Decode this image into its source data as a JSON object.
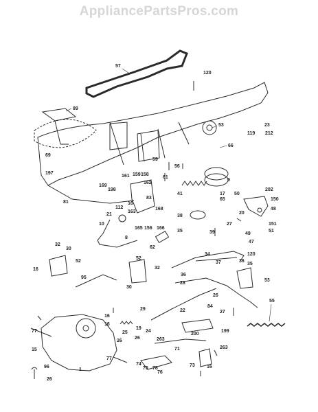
{
  "header": {
    "title": "AppliancePartsPros.com"
  },
  "colors": {
    "line": "#2a2a2a",
    "watermark": "#d6d6d6",
    "background": "#ffffff"
  },
  "parts": {
    "p57": "57",
    "p120a": "120",
    "p89": "89",
    "p53a": "53",
    "p23": "23",
    "p119": "119",
    "p212": "212",
    "p66": "66",
    "p69": "69",
    "p59": "59",
    "p56": "56",
    "p197": "197",
    "p169": "169",
    "p161": "161",
    "p159": "159",
    "p158": "158",
    "p162": "162",
    "p198": "198",
    "p83": "83",
    "p61": "61",
    "p41": "41",
    "p9": "9",
    "p17": "17",
    "p65": "65",
    "p50": "50",
    "p202": "202",
    "p150": "150",
    "p48": "48",
    "p81": "81",
    "p16a": "16",
    "p112": "112",
    "p163": "163",
    "p168": "168",
    "p21": "21",
    "p10": "10",
    "p165": "165",
    "p156": "156",
    "p166": "166",
    "p38": "38",
    "p39": "39",
    "p20": "20",
    "p27a": "27",
    "p151": "151",
    "p51": "51",
    "p49": "49",
    "p47": "47",
    "p120b": "120",
    "p8": "8",
    "p62": "62",
    "p35a": "35",
    "p32a": "32",
    "p30a": "30",
    "p52a": "52",
    "p16b": "16",
    "p52b": "52",
    "p34": "34",
    "p37": "37",
    "p36a": "36",
    "p36b": "36",
    "p35b": "35",
    "p32b": "32",
    "p95": "95",
    "p30b": "30",
    "p28": "28",
    "p53b": "53",
    "p26a": "26",
    "p84": "84",
    "p27b": "27",
    "p29": "29",
    "p22": "22",
    "p16c": "16",
    "p16d": "16",
    "p55": "55",
    "p25": "25",
    "p19": "19",
    "p24": "24",
    "p199": "199",
    "p77a": "77",
    "p26b": "26",
    "p26c": "26",
    "p200": "200",
    "p263a": "263",
    "p71": "71",
    "p15": "15",
    "p263b": "263",
    "p77b": "77",
    "p74": "74",
    "p75": "75",
    "p76": "76",
    "p78": "78",
    "p73": "73",
    "p16e": "16",
    "p96": "96",
    "p1": "1",
    "p26d": "26"
  }
}
